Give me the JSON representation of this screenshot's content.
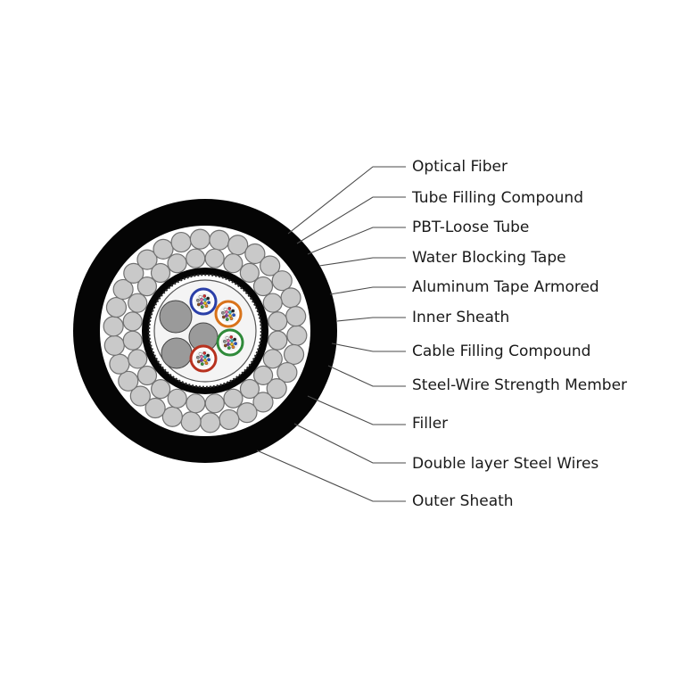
{
  "diagram": {
    "labels": [
      "Optical Fiber",
      "Tube Filling Compound",
      "PBT-Loose Tube",
      "Water Blocking Tape",
      "Aluminum Tape Armored",
      "Inner Sheath",
      "Cable Filling Compound",
      "Steel-Wire Strength Member",
      "Filler",
      "Double layer Steel Wires",
      "Outer Sheath"
    ],
    "colors": {
      "sheath": "#050505",
      "steel_wire_fill": "#c9c9c9",
      "steel_wire_stroke": "#707070",
      "filler_gray": "#9a9a9a",
      "tube_blue": "#2a3fa8",
      "tube_orange": "#d9731a",
      "tube_green": "#2f8a3a",
      "tube_red": "#b8321f",
      "leader_line": "#4a4a4a"
    }
  }
}
